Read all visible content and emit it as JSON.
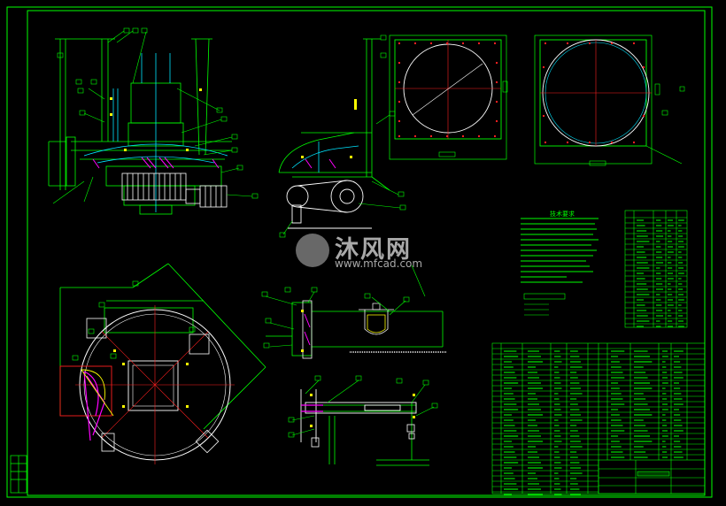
{
  "watermark": {
    "name_cn": "沐风网",
    "url": "www.mfcad.com"
  },
  "notes": {
    "title": "技术要求"
  },
  "colors": {
    "frame": "#00ff00",
    "part_line": "#ffffff",
    "center_line": "#ff2020",
    "cyan": "#00e5ff",
    "yellow": "#ffff00",
    "magenta": "#ff00ff",
    "dim_green": "#00d000",
    "background": "#000000"
  }
}
